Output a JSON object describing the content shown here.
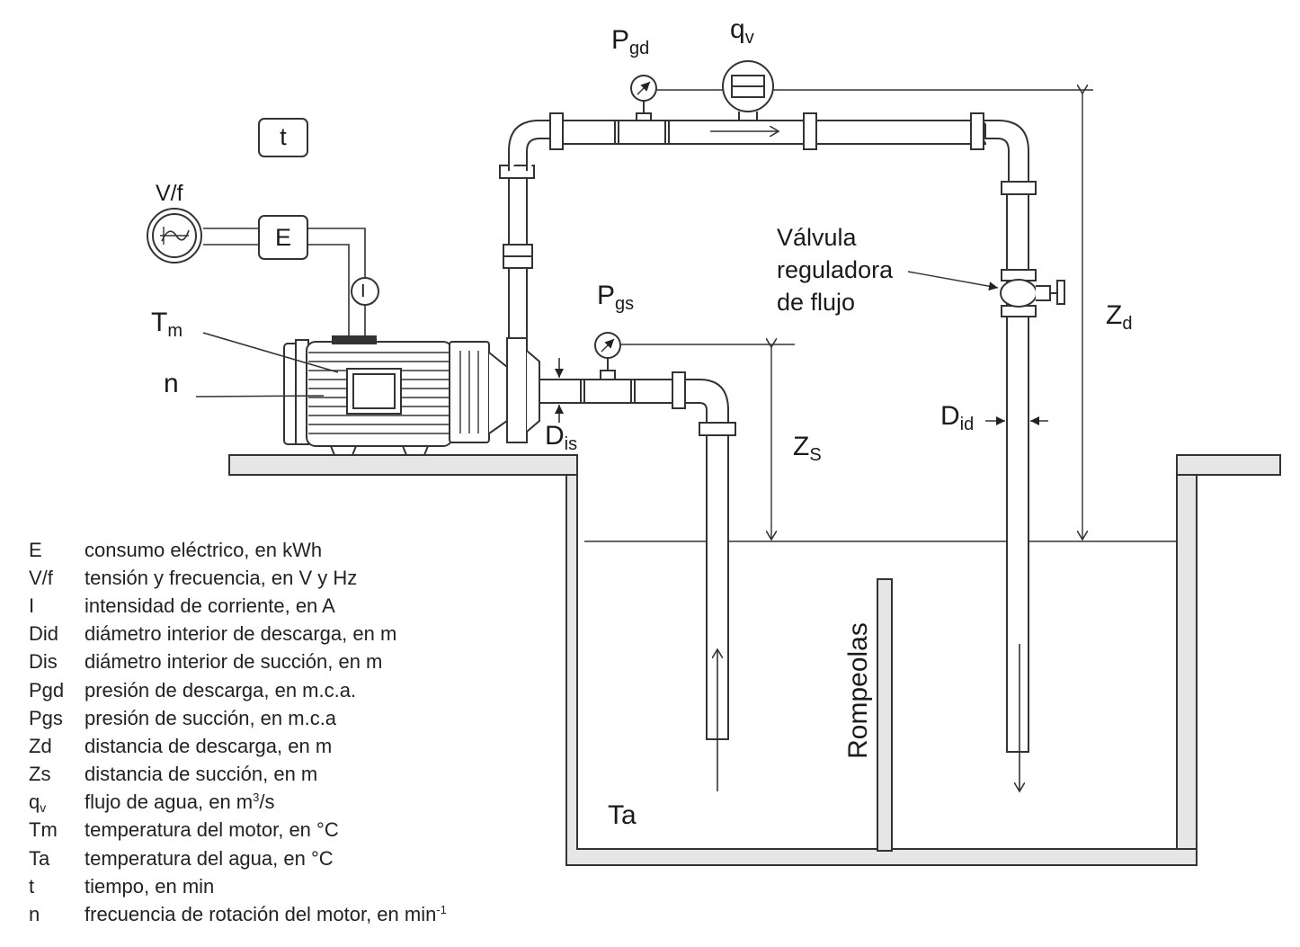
{
  "labels": {
    "t_box": "t",
    "vf": "V/f",
    "e_box": "E",
    "i_meter": "I",
    "tm": {
      "main": "T",
      "sub": "m"
    },
    "n": "n",
    "pgd": {
      "main": "P",
      "sub": "gd"
    },
    "qv": {
      "main": "q",
      "sub": "v"
    },
    "pgs": {
      "main": "P",
      "sub": "gs"
    },
    "dis": {
      "main": "D",
      "sub": "is"
    },
    "zs": {
      "main": "Z",
      "sub": "S"
    },
    "did": {
      "main": "D",
      "sub": "id"
    },
    "zd": {
      "main": "Z",
      "sub": "d"
    },
    "valve_line1": "Válvula",
    "valve_line2": "reguladora",
    "valve_line3": "de flujo",
    "ta": "Ta",
    "rompeolas": "Rompeolas"
  },
  "legend": [
    {
      "sym": "E",
      "desc": "consumo eléctrico, en kWh"
    },
    {
      "sym": "V/f",
      "desc": "tensión y frecuencia,  en V y Hz"
    },
    {
      "sym": "I",
      "desc": "intensidad de corriente, en A"
    },
    {
      "sym": "Did",
      "desc": "diámetro interior de descarga, en m"
    },
    {
      "sym": "Dis",
      "desc": "diámetro interior de succión, en m"
    },
    {
      "sym": "Pgd",
      "desc": "presión de descarga, en m.c.a."
    },
    {
      "sym": "Pgs",
      "desc": "presión de succión, en m.c.a"
    },
    {
      "sym": "Zd",
      "desc": "distancia de descarga, en m"
    },
    {
      "sym": "Zs",
      "desc": "distancia de succión, en m"
    },
    {
      "sym": "q",
      "sym_sub": "v",
      "desc": "flujo de agua, en m",
      "desc_sup": "3",
      "desc_tail": "/s"
    },
    {
      "sym": "Tm",
      "desc": "temperatura del motor, en °C"
    },
    {
      "sym": "Ta",
      "desc": "temperatura del agua, en °C"
    },
    {
      "sym": "t",
      "desc": "tiempo, en min"
    },
    {
      "sym": "n",
      "desc": "frecuencia de rotación del motor, en min",
      "desc_sup": "-1"
    }
  ]
}
